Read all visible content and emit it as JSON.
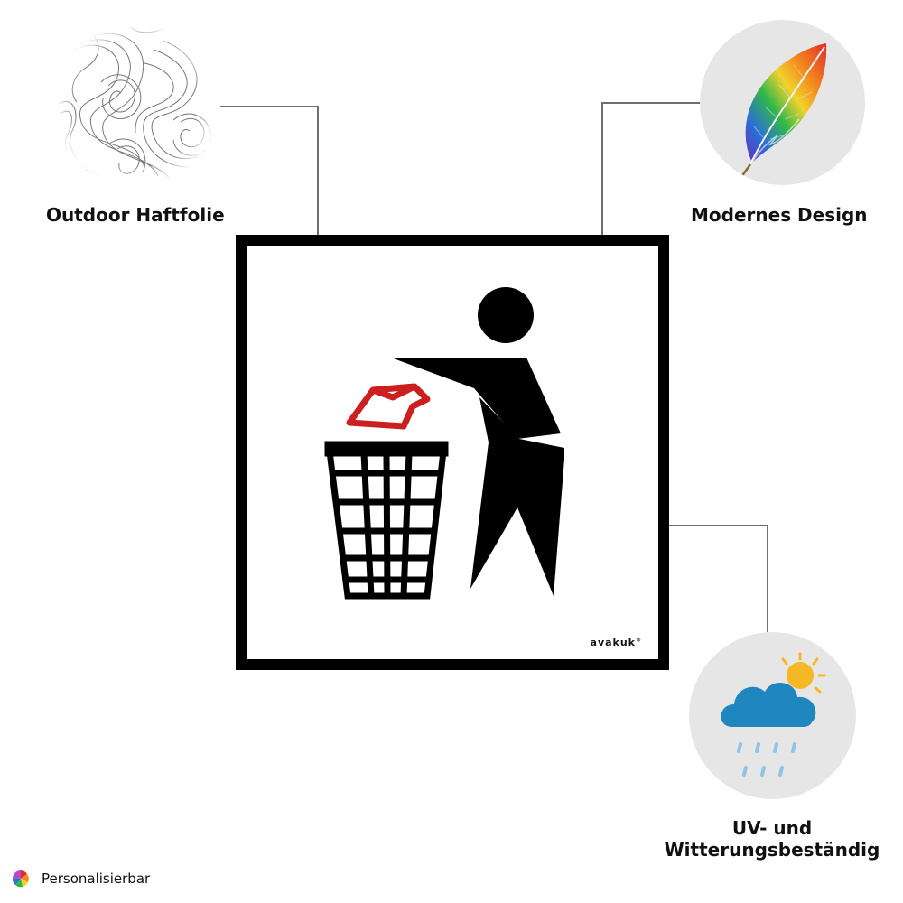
{
  "features": {
    "outdoor": {
      "label": "Outdoor Haftfolie",
      "icon": "topographic-texture-icon"
    },
    "design": {
      "label": "Modernes Design",
      "icon": "rainbow-feather-icon"
    },
    "weather": {
      "label_line1": "UV- und",
      "label_line2": "Witterungsbeständig",
      "icon": "rain-sun-cloud-icon"
    }
  },
  "sign": {
    "brand": "avakuk",
    "pictogram": "person-litter-bin-icon",
    "frame_color": "#000000",
    "litter_color": "#cc1f1f"
  },
  "footer": {
    "label": "Personalisierbar",
    "icon": "pinwheel-icon"
  },
  "colors": {
    "connector": "#6e6e6e",
    "cloud": "#1f86c0",
    "rain": "#8fc4e6",
    "sun": "#f5b825"
  }
}
